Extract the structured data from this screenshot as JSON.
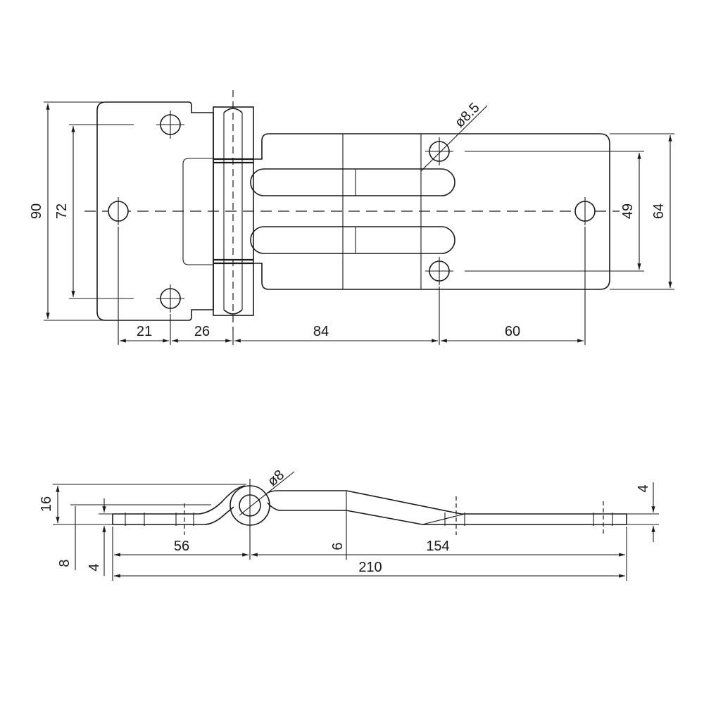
{
  "diagram": {
    "top_view": {
      "dimensions": {
        "overall_height": "90",
        "outer_hole_spacing": "72",
        "leaf_height": "64",
        "leaf_hole_spacing": "49",
        "hole_diameter": "ø8.5",
        "left_hole_offset": "21",
        "hole_to_pin": "26",
        "pin_to_leaf_holes": "84",
        "leaf_hole_pitch": "60"
      }
    },
    "side_view": {
      "dimensions": {
        "height": "16",
        "pin_diameter": "ø8",
        "thickness_right": "4",
        "base_height": "8",
        "plate_thickness": "4",
        "hole_to_pin": "56",
        "step": "6",
        "pin_to_end_hole": "154",
        "overall_length": "210"
      }
    }
  }
}
